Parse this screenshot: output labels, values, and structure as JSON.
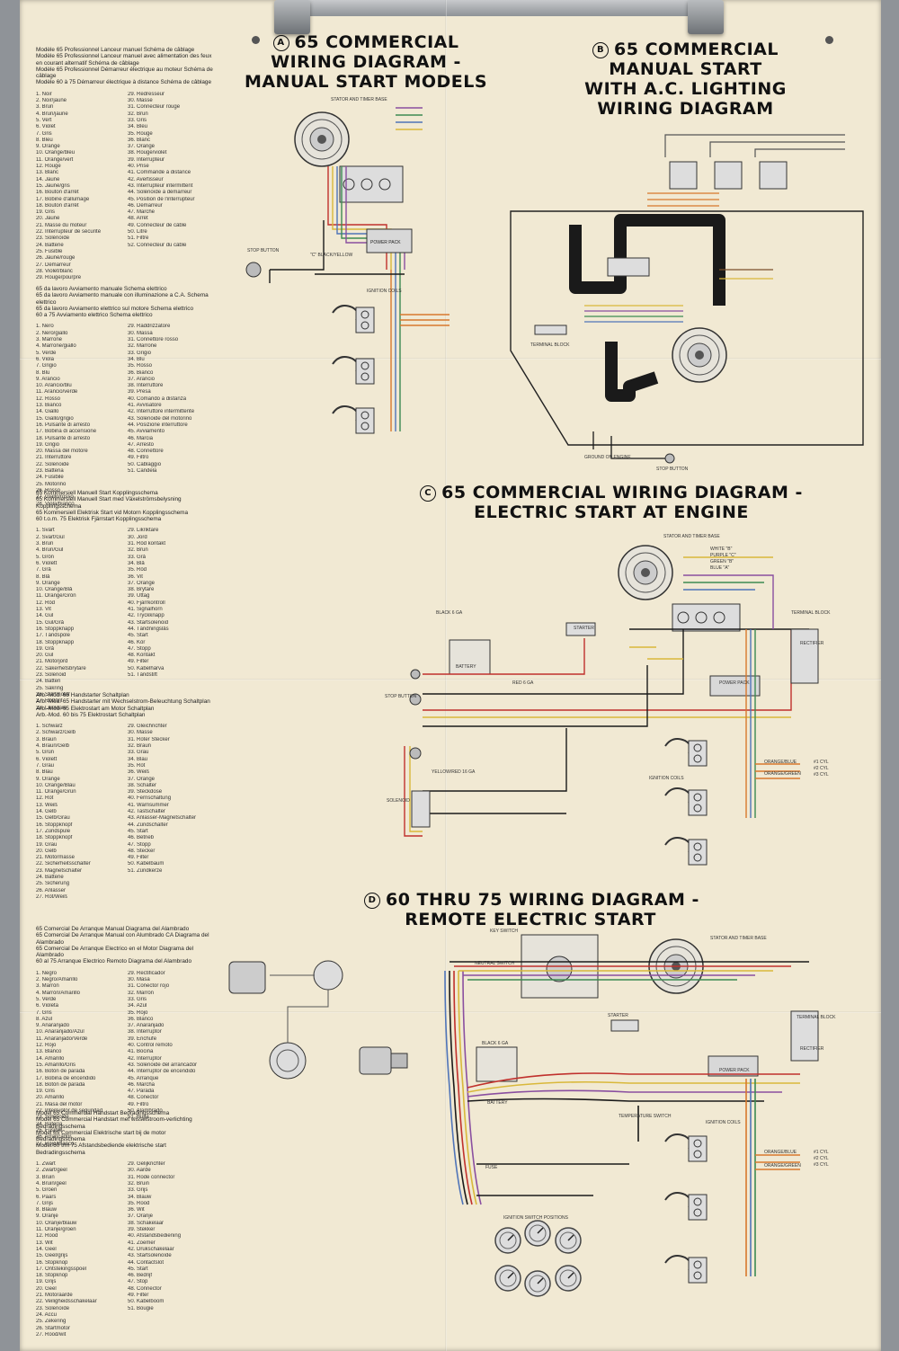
{
  "titles": {
    "a": {
      "marker": "A",
      "line1": "65 COMMERCIAL",
      "line2": "WIRING DIAGRAM -",
      "line3": "MANUAL START MODELS"
    },
    "b": {
      "marker": "B",
      "line1": "65 COMMERCIAL",
      "line2": "MANUAL START",
      "line3": "WITH A.C. LIGHTING",
      "line4": "WIRING DIAGRAM"
    },
    "c": {
      "marker": "C",
      "line1": "65 COMMERCIAL WIRING DIAGRAM -",
      "line2": "ELECTRIC START AT ENGINE"
    },
    "d": {
      "marker": "D",
      "line1": "60 THRU 75 WIRING DIAGRAM -",
      "line2": "REMOTE ELECTRIC START"
    }
  },
  "legends": [
    {
      "headers": [
        "Modèle 65 Professionnel Lanceur manuel Schéma de câblage",
        "Modèle 65 Professionnel Lanceur manuel avec alimentation des feux en courant alternatif Schéma de câblage",
        "Modèle 65 Professionnel Démarreur électrique au moteur Schéma de câblage",
        "Modèle 60 à 75 Démarreur électrique à distance Schéma de câblage"
      ],
      "left": [
        "Noir",
        "Noir/jaune",
        "Brun",
        "Brun/jaune",
        "Vert",
        "Violet",
        "Gris",
        "Bleu",
        "Orange",
        "Orange/bleu",
        "Orange/vert",
        "Rouge",
        "Blanc",
        "Jaune",
        "Jaune/gris",
        "Bouton d'arrêt",
        "Bobine d'allumage",
        "Bouton d'arrêt",
        "Gris",
        "Jaune",
        "Masse du moteur",
        "Interrupteur de sécurité",
        "Solénoïde",
        "Batterie",
        "Fusible",
        "Jaune/rouge",
        "Démarreur",
        "Violet/blanc",
        "Rouge/pourpre"
      ],
      "right": [
        "Redresseur",
        "Masse",
        "Connecteur rouge",
        "Brun",
        "Gris",
        "Bleu",
        "Rouge",
        "Blanc",
        "Orange",
        "Rouge/violet",
        "Interrupteur",
        "Prise",
        "Commande à distance",
        "Avertisseur",
        "Interrupteur intermittent",
        "Solénoïde à démarreur",
        "Position de l'interrupteur",
        "Démarreur",
        "Marche",
        "Arrêt",
        "Connecteur de câble",
        "Litre",
        "Filtre",
        "Connecteur du câble"
      ]
    },
    {
      "headers": [
        "65 da lavoro Avviamento manuale Schema elettrico",
        "65 da lavoro Avviamento manuale con illuminazione a C.A. Schema elettrico",
        "65 da lavoro Avviamento elettrico sul motore Schema elettrico",
        "60 a 75 Avviamento elettrico Schema elettrico"
      ],
      "left": [
        "Nero",
        "Nero/giallo",
        "Marrone",
        "Marrone/giallo",
        "Verde",
        "Viola",
        "Grigio",
        "Blu",
        "Arancio",
        "Arancio/blu",
        "Arancio/verde",
        "Rosso",
        "Bianco",
        "Giallo",
        "Giallo/grigio",
        "Pulsante di arresto",
        "Bobina di accensione",
        "Pulsante di arresto",
        "Grigio",
        "Massa del motore",
        "Interruttore",
        "Solenoide",
        "Batteria",
        "Fusibile",
        "Motorino",
        "Rosso",
        "Giallo/rosso",
        "Viola/bianco"
      ],
      "right": [
        "Raddrizzatore",
        "Massa",
        "Connettore rosso",
        "Marrone",
        "Grigio",
        "Blu",
        "Rosso",
        "Bianco",
        "Arancio",
        "Interruttore",
        "Presa",
        "Comando a distanza",
        "Avvisatore",
        "Interruttore intermittente",
        "Solenoide del motorino",
        "Posizione interruttore",
        "Avviamento",
        "Marcia",
        "Arresto",
        "Connettore",
        "Filtro",
        "Cablaggio",
        "Candela"
      ]
    },
    {
      "headers": [
        "65 Kommersiell Manuell Start Kopplingsschema",
        "65 Kommersiell Manuell Start med Växelströmsbelysning Kopplingsschema",
        "65 Kommersiell Elektrisk Start vid Motorn Kopplingsschema",
        "60 t.o.m. 75 Elektrisk Fjärrstart Kopplingsschema"
      ],
      "left": [
        "Svart",
        "Svart/Gul",
        "Brun",
        "Brun/Gul",
        "Grön",
        "Violett",
        "Grå",
        "Blå",
        "Orange",
        "Orange/Blå",
        "Orange/Grön",
        "Röd",
        "Vit",
        "Gul",
        "Gul/Grå",
        "Stoppknapp",
        "Tändspole",
        "Stoppknapp",
        "Grå",
        "Gul",
        "Motorjord",
        "Säkerhetsbrytare",
        "Solenoid",
        "Batteri",
        "Säkring",
        "Startmotor",
        "Röd/Vit",
        "Likriktare"
      ],
      "right": [
        "Likriktare",
        "Jord",
        "Röd kontakt",
        "Brun",
        "Grå",
        "Blå",
        "Röd",
        "Vit",
        "Orange",
        "Brytare",
        "Uttag",
        "Fjärrkontroll",
        "Signalhorn",
        "Tryckknapp",
        "Startsolenoid",
        "Tändningslås",
        "Start",
        "Kör",
        "Stopp",
        "Kontakt",
        "Filter",
        "Kabelhärva",
        "Tändstift"
      ]
    },
    {
      "headers": [
        "Arb.-Mod. 65 Handstarter Schaltplan",
        "Arb.-Mod. 65 Handstarter mit Wechselstrom-Beleuchtung Schaltplan",
        "Arb.-Mod. 65 Elektrostart am Motor Schaltplan",
        "Arb.-Mod. 60 bis 75 Elektrostart Schaltplan"
      ],
      "left": [
        "Schwarz",
        "Schwarz/Gelb",
        "Braun",
        "Braun/Gelb",
        "Grün",
        "Violett",
        "Grau",
        "Blau",
        "Orange",
        "Orange/Blau",
        "Orange/Grün",
        "Rot",
        "Weiß",
        "Gelb",
        "Gelb/Grau",
        "Stoppknopf",
        "Zündspule",
        "Stoppknopf",
        "Grau",
        "Gelb",
        "Motormasse",
        "Sicherheitsschalter",
        "Magnetschalter",
        "Batterie",
        "Sicherung",
        "Anlasser",
        "Rot/Weiß"
      ],
      "right": [
        "Gleichrichter",
        "Masse",
        "Roter Stecker",
        "Braun",
        "Grau",
        "Blau",
        "Rot",
        "Weiß",
        "Orange",
        "Schalter",
        "Steckdose",
        "Fernschaltung",
        "Warnsummer",
        "Tastschalter",
        "Anlasser-Magnetschalter",
        "Zündschalter",
        "Start",
        "Betrieb",
        "Stopp",
        "Stecker",
        "Filter",
        "Kabelbaum",
        "Zündkerze"
      ]
    },
    {
      "headers": [
        "65 Comercial De Arranque Manual Diagrama del Alambrado",
        "65 Comercial De Arranque Manual con Alumbrado CA Diagrama del Alambrado",
        "65 Comercial De Arranque Electrico en el Motor Diagrama del Alambrado",
        "60 al 75 Arranque Electrico Remoto Diagrama del Alambrado"
      ],
      "left": [
        "Negro",
        "Negro/Amarillo",
        "Marrón",
        "Marrón/Amarillo",
        "Verde",
        "Violeta",
        "Gris",
        "Azul",
        "Anaranjado",
        "Anaranjado/Azul",
        "Anaranjado/Verde",
        "Rojo",
        "Blanco",
        "Amarillo",
        "Amarillo/Gris",
        "Botón de parada",
        "Bobina de encendido",
        "Botón de parada",
        "Gris",
        "Amarillo",
        "Masa del motor",
        "Interruptor de seguridad",
        "Solenoide",
        "Batería",
        "Fusible",
        "Arrancador",
        "Rojo/Blanco"
      ],
      "right": [
        "Rectificador",
        "Masa",
        "Conector rojo",
        "Marrón",
        "Gris",
        "Azul",
        "Rojo",
        "Blanco",
        "Anaranjado",
        "Interruptor",
        "Enchufe",
        "Control remoto",
        "Bocina",
        "Interruptor",
        "Solenoide del arrancador",
        "Interruptor de encendido",
        "Arranque",
        "Marcha",
        "Parada",
        "Conector",
        "Filtro",
        "Alambrado",
        "Bujía"
      ]
    },
    {
      "headers": [
        "Model 65 Commercial Handstart Bedradingsschema",
        "Model 65 Commercial Handstart met wisselstroom-verlichting Bedradingsschema",
        "Model 65 Commercial Elektrische start bij de motor Bedradingsschema",
        "Model 60 t/m 75 Afstandsbediende elektrische start Bedradingsschema"
      ],
      "left": [
        "Zwart",
        "Zwart/geel",
        "Bruin",
        "Bruin/geel",
        "Groen",
        "Paars",
        "Grijs",
        "Blauw",
        "Oranje",
        "Oranje/blauw",
        "Oranje/groen",
        "Rood",
        "Wit",
        "Geel",
        "Geel/grijs",
        "Stopknop",
        "Ontstekingsspoel",
        "Stopknop",
        "Grijs",
        "Geel",
        "Motoraarde",
        "Veiligheidsschakelaar",
        "Solenoïde",
        "Accu",
        "Zekering",
        "Startmotor",
        "Rood/wit"
      ],
      "right": [
        "Gelijkrichter",
        "Aarde",
        "Rode connector",
        "Bruin",
        "Grijs",
        "Blauw",
        "Rood",
        "Wit",
        "Oranje",
        "Schakelaar",
        "Stekker",
        "Afstandsbediening",
        "Zoemer",
        "Drukschakelaar",
        "Startsolenoïde",
        "Contactslot",
        "Start",
        "Bedrijf",
        "Stop",
        "Connector",
        "Filter",
        "Kabelboom",
        "Bougie"
      ]
    }
  ],
  "labels": {
    "stator_timer_base": "STATOR AND TIMER BASE",
    "power_pack": "POWER PACK",
    "ignition_coils": "IGNITION COILS",
    "stop_button": "STOP BUTTON",
    "black": "BLACK",
    "terminal_block": "TERMINAL BLOCK",
    "rectifier": "RECTIFIER",
    "starter": "STARTER",
    "battery": "BATTERY",
    "solenoid": "SOLENOID",
    "ground_on_engine": "GROUND ON ENGINE",
    "ignition_switch_positions": "IGNITION SWITCH POSITIONS",
    "temperature_switch": "TEMPERATURE SWITCH",
    "neutral_switch": "NEUTRAL SWITCH",
    "fuse": "FUSE",
    "key_switch": "KEY SWITCH",
    "white_b": "WHITE \"B\"",
    "purple_c": "PURPLE \"C\"",
    "green_b": "GREEN \"B\"",
    "blue_a": "BLUE \"A\"",
    "black_yellow_c": "\"C\" BLACK/YELLOW",
    "orange_blue": "ORANGE/BLUE",
    "orange_green": "ORANGE/GREEN",
    "red_6ga": "RED 6 GA",
    "yellow_red_16ga": "YELLOW/RED 16 GA",
    "black_6ga": "BLACK 6 GA",
    "cyl1": "#1 CYL",
    "cyl2": "#2 CYL",
    "cyl3": "#3 CYL"
  },
  "colors": {
    "paper": "#f1e9d3",
    "black_wire": "#1a1a1a",
    "red_wire": "#c0302c",
    "yellow_wire": "#d9b83a",
    "blue_wire": "#4f74b8",
    "green_wire": "#3d8a52",
    "orange_wire": "#d8782c",
    "purple_wire": "#8a4fa0",
    "brown_wire": "#7a4f2c",
    "gray_wire": "#8a8a8a"
  }
}
